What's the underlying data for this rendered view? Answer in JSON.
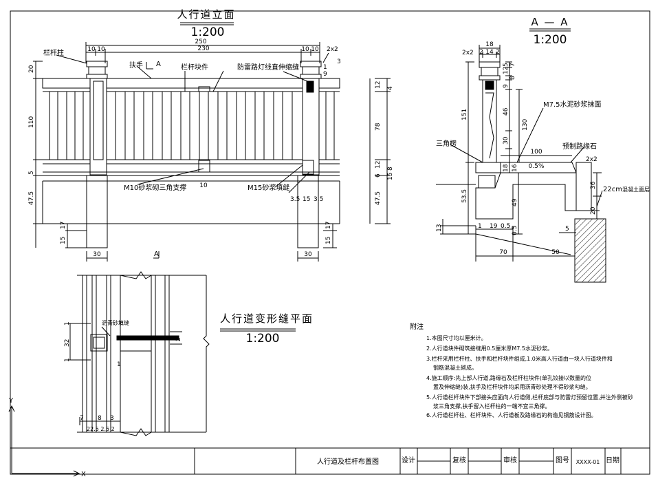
{
  "elevation": {
    "title": "人行道立面",
    "scale": "1:200",
    "section_mark": "A",
    "labels": {
      "post": "栏杆柱",
      "handrail": "扶手",
      "rail_piece": "栏杆块件",
      "anticorrosion": "防雷路灯线直伸缩缝",
      "m10": "M10砂浆砌三角支撑",
      "m15": "M15砂浆填缝"
    },
    "dims": {
      "total": "250",
      "inner": "230",
      "left_a": "10",
      "left_b": "10",
      "right_a": "10",
      "right_b": "10",
      "corner": "2x2",
      "h20": "20",
      "h110": "110",
      "h5": "5",
      "h475": "47.5",
      "h15": "15",
      "h17": "17",
      "b30l": "30",
      "b30r": "30",
      "mid10": "10",
      "r12": "12",
      "r4": "4",
      "r78": "78",
      "r12b": "12",
      "r6": "6",
      "r8": "8",
      "r15": "15",
      "r475": "47.5",
      "r3": "3",
      "r1": "1",
      "r9": "9",
      "s35": "3.5",
      "s15": "15",
      "s35b": "3.5"
    }
  },
  "section": {
    "title": "A — A",
    "scale": "1:200",
    "labels": {
      "mortar": "M7.5水泥砂浆抹面",
      "precast": "预制路缘石",
      "triangle": "三角楞",
      "concrete": "22cm",
      "concrete_rest": "混凝土面层"
    },
    "dims": {
      "top18": "18",
      "t2x2": "2x2",
      "t2": "2",
      "t14": "14",
      "t2b": "2",
      "v5": "5",
      "v7": "7",
      "v12": "12",
      "v8": "8",
      "v9": "9",
      "v46": "46",
      "v130": "130",
      "v30": "30",
      "v151": "151",
      "v535": "53.5",
      "v18": "18",
      "v13": "13",
      "v16": "16",
      "v49": "49",
      "v05": "0.5",
      "w100": "100",
      "slope": "0.5%",
      "c2x2": "2x2",
      "v36": "36",
      "v20": "20",
      "b1": "1",
      "b19": "19",
      "b05": "0.5",
      "b5": "5",
      "w70": "70",
      "w50": "50",
      "r13": "13"
    }
  },
  "plan": {
    "title": "人行道变形缝平面",
    "scale": "1:200",
    "label": "沥青砂填缝",
    "dims": {
      "d1": "1",
      "d32": "32",
      "d1b": "1",
      "d2": "2",
      "d1c": "1",
      "d7": "7",
      "d8": "8",
      "d3": "3",
      "bottom": "22.5 2.5 2"
    }
  },
  "notes": {
    "heading": "附注",
    "items": [
      "1.本图尺寸均以厘米计。",
      "2.人行道块件砌筑接缝用0.5厘米厚M7.5水泥砂浆。",
      "3.栏杆采用栏杆柱、扶手和栏杆块件组成,1.0米高人行道由一块人行道块件和",
      "钢筋混凝土砌成。",
      "4.施工顺序:先上部人行道,路缘石及栏杆柱块件(单孔铰接以数量的位",
      "置及伸缩缝)装,扶手及栏杆块件均采用沥青砂处理不得砂浆勾缝。",
      "5.人行道栏杆块件下部接头应面向人行道侧,栏杆底部与防雷灯预留位置,并注外侧被砂",
      "浆三角支撑,扶手留入栏杆柱的一端不宜三角撑。",
      "6.人行道栏杆柱、栏杆块件、人行道板及路缘石的构造见钢筋设计图。"
    ]
  },
  "titleblock": {
    "drawing_name": "人行道及栏杆布置图",
    "design": "设计",
    "review": "复核",
    "approve": "审核",
    "drawing_no": "图号",
    "drawing_no_value": "XXXX-01",
    "date": "日期"
  },
  "axis": {
    "x": "X",
    "y": "Y"
  }
}
